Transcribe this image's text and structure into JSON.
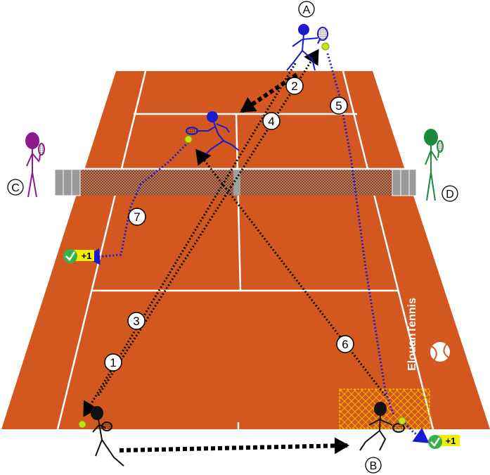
{
  "players": {
    "a": {
      "letter": "A",
      "color": "#1a1ad0"
    },
    "b": {
      "letter": "B",
      "color": "#111111"
    },
    "c": {
      "letter": "C",
      "color": "#8b1a8b"
    },
    "d": {
      "letter": "D",
      "color": "#1a8a3a"
    }
  },
  "steps": [
    "1",
    "2",
    "3",
    "4",
    "5",
    "6",
    "7"
  ],
  "badges": {
    "left": "+1",
    "right": "+1"
  },
  "brand": "ElouanTennis",
  "colors": {
    "court": "#d2581f",
    "lines": "#ffffff",
    "ball": "#c7e21a",
    "badge_yellow": "#f2f000",
    "badge_green": "#35b249",
    "target_zone": "#f3b400"
  },
  "icons": [
    "racket-icon",
    "tennis-ball-icon",
    "check-icon",
    "tennis-ball-logo-icon"
  ]
}
